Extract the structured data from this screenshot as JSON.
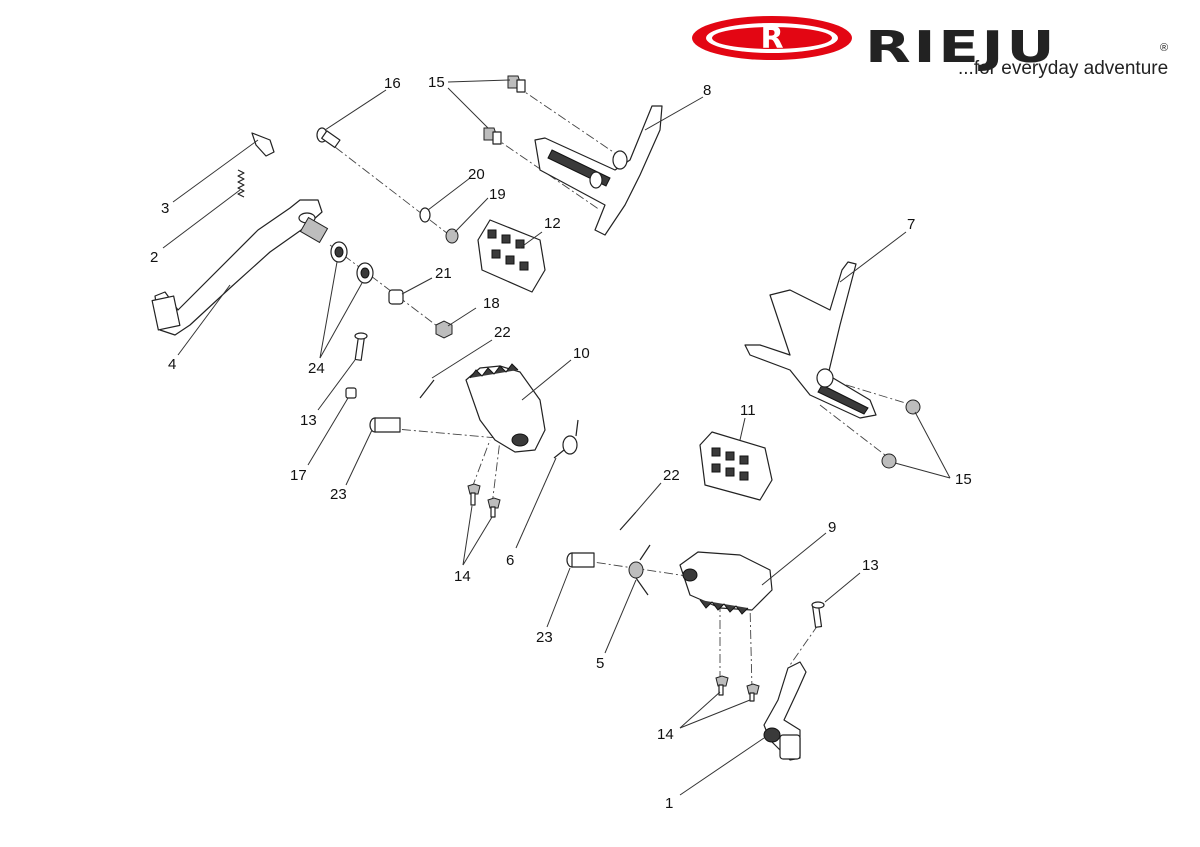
{
  "brand": {
    "logo_letter": "R",
    "name": "RIEJU",
    "registered_mark": "®",
    "tagline": "...for everyday adventure",
    "colors": {
      "logo_red": "#e30613",
      "text_dark": "#222222"
    }
  },
  "callouts": [
    {
      "id": "c1",
      "label": "1"
    },
    {
      "id": "c2",
      "label": "2"
    },
    {
      "id": "c3",
      "label": "3"
    },
    {
      "id": "c4",
      "label": "4"
    },
    {
      "id": "c5",
      "label": "5"
    },
    {
      "id": "c6",
      "label": "6"
    },
    {
      "id": "c7",
      "label": "7"
    },
    {
      "id": "c8",
      "label": "8"
    },
    {
      "id": "c9",
      "label": "9"
    },
    {
      "id": "c10",
      "label": "10"
    },
    {
      "id": "c11",
      "label": "11"
    },
    {
      "id": "c12",
      "label": "12"
    },
    {
      "id": "c13a",
      "label": "13"
    },
    {
      "id": "c13b",
      "label": "13"
    },
    {
      "id": "c14a",
      "label": "14"
    },
    {
      "id": "c14b",
      "label": "14"
    },
    {
      "id": "c15a",
      "label": "15"
    },
    {
      "id": "c15b",
      "label": "15"
    },
    {
      "id": "c16",
      "label": "16"
    },
    {
      "id": "c17",
      "label": "17"
    },
    {
      "id": "c18",
      "label": "18"
    },
    {
      "id": "c19",
      "label": "19"
    },
    {
      "id": "c20",
      "label": "20"
    },
    {
      "id": "c21",
      "label": "21"
    },
    {
      "id": "c22a",
      "label": "22"
    },
    {
      "id": "c22b",
      "label": "22"
    },
    {
      "id": "c23a",
      "label": "23"
    },
    {
      "id": "c23b",
      "label": "23"
    },
    {
      "id": "c24",
      "label": "24"
    }
  ]
}
